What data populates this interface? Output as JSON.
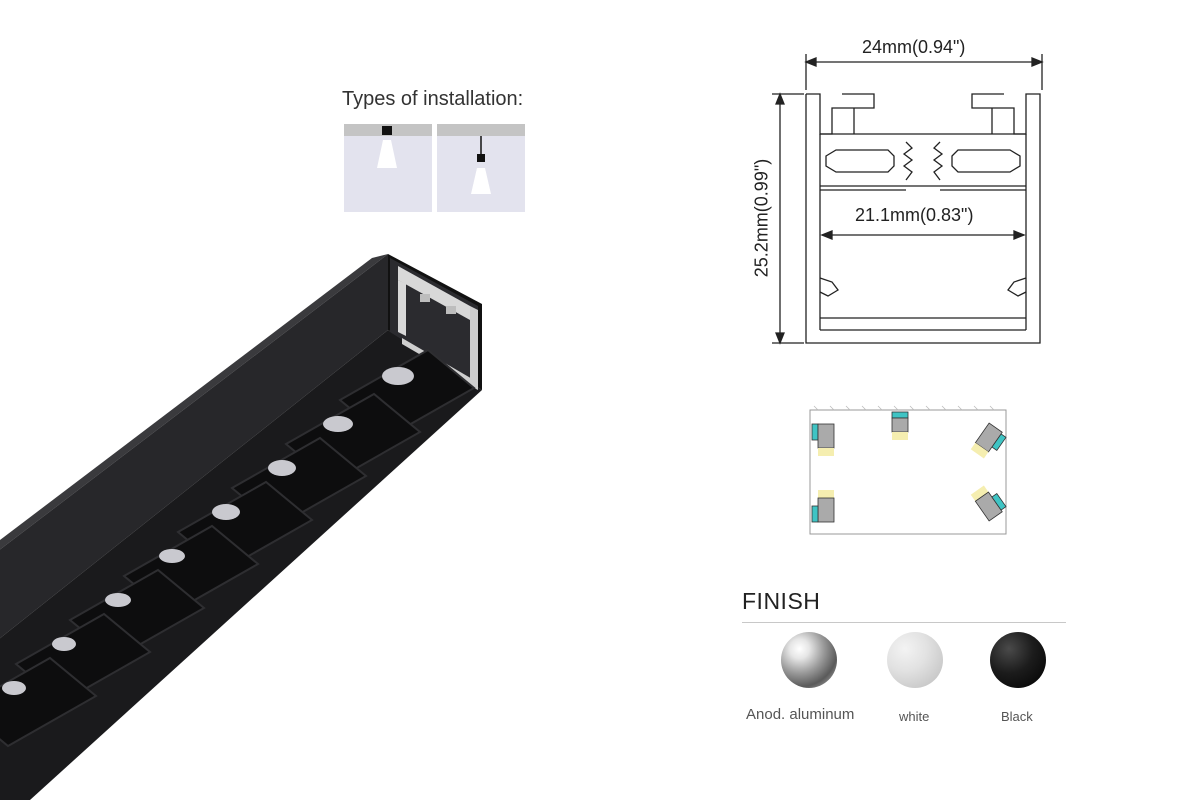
{
  "installation": {
    "title": "Types of installation:",
    "types": [
      "surface-mounted",
      "pendant"
    ]
  },
  "dimensions": {
    "width": "24mm(0.94\")",
    "height": "25.2mm(0.99\")",
    "inner_width": "21.1mm(0.83\")"
  },
  "finish": {
    "title": "FINISH",
    "options": [
      {
        "label": "Anod. aluminum",
        "color": "#9a9a9a"
      },
      {
        "label": "white",
        "color": "#e2e2e2"
      },
      {
        "label": "Black",
        "color": "#111111"
      }
    ]
  },
  "colors": {
    "profile_black": "#1f1f21",
    "lens_cyan": "#3fc4c4",
    "beam_yellow": "#f5eeb0"
  }
}
